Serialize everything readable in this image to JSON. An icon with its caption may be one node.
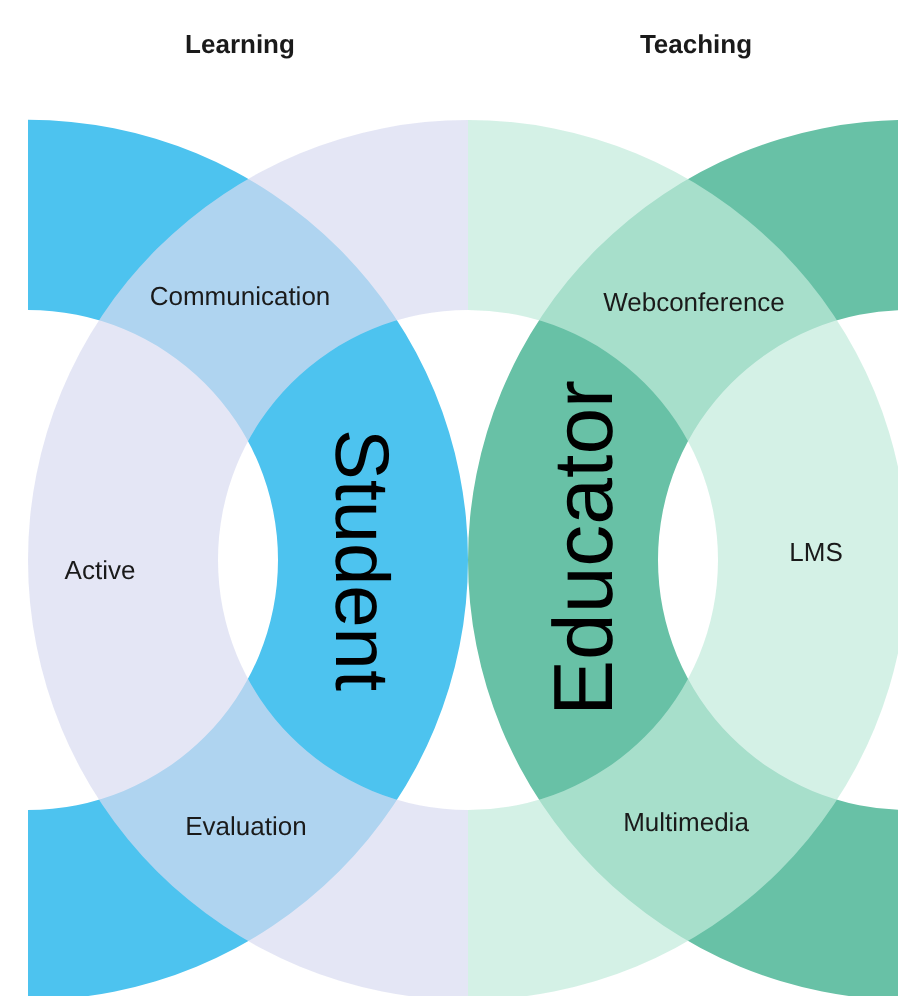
{
  "diagram": {
    "labels": [
      "Learning",
      "Teaching",
      "Communication",
      "Webconference",
      "Student",
      "Educator",
      "Active",
      "LMS",
      "Evaluation",
      "Multimedia"
    ]
  }
}
